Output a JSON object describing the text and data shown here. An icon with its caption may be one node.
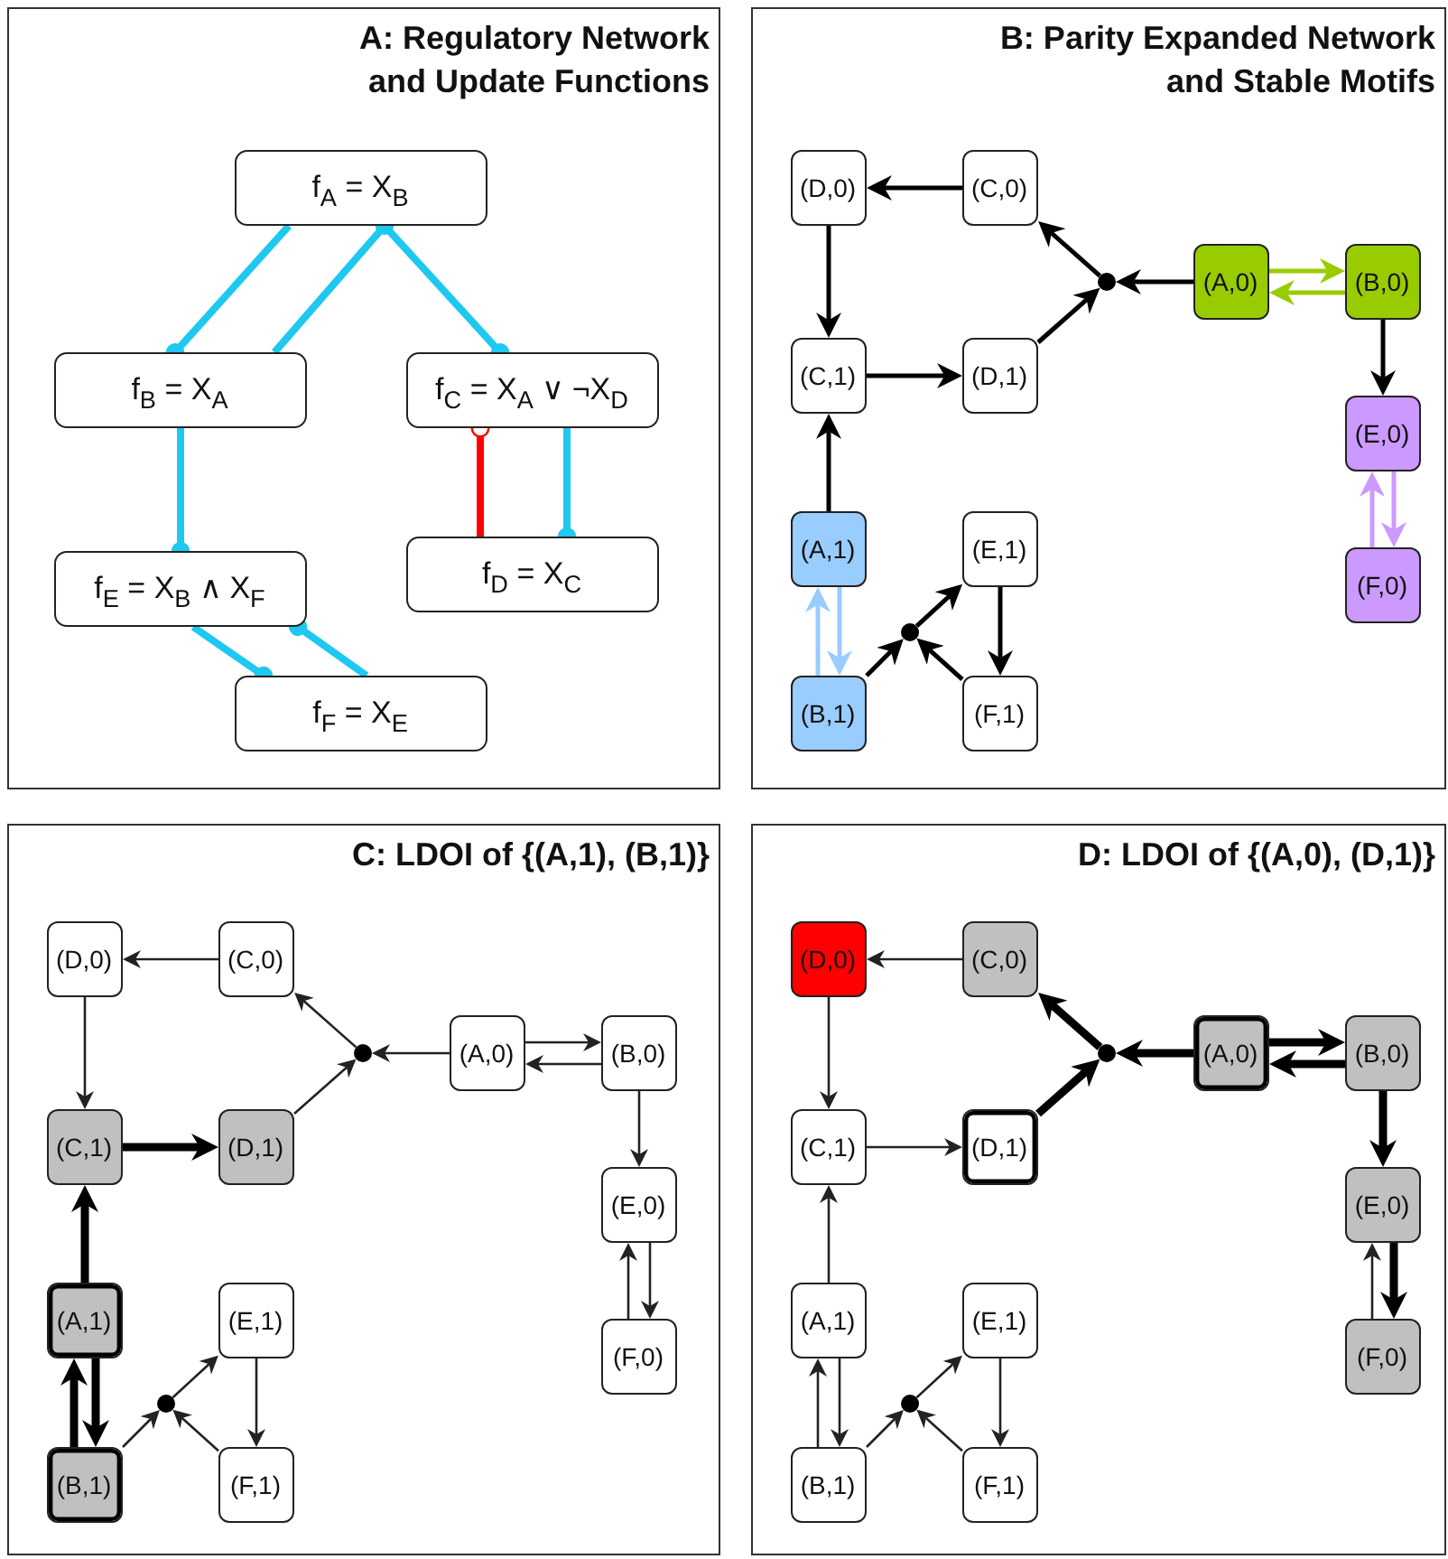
{
  "diagram": {
    "nodes": [
      {
        "text": [
          "A: Regulatory Network and Update Functions"
        ]
      },
      {
        "text": [
          "f$_{A}$ = X$_{B}$"
        ],
        "in": 0
      },
      {
        "text": [
          "f$_{B}$ = X$_{A}$"
        ],
        "in": 0
      },
      {
        "text": [
          "f$_{C}$ = X$_{A}$ ∨ ¬X$_{D}$"
        ],
        "in": 0
      },
      {
        "text": [
          "f$_{E}$ = X$_{B}$ ∧ X$_{F}$"
        ],
        "in": 0
      },
      {
        "text": [
          "f$_{D}$ = X$_{C}$"
        ],
        "in": 0
      },
      {
        "text": [
          "f$_{F}$ = X$_{E}$"
        ],
        "in": 0
      },
      {
        "text": [
          "B: Parity Expanded Network and Stable Motifs"
        ]
      },
      {
        "text": [
          "(D,0)"
        ],
        "in": 7
      },
      {
        "text": [
          "(C,0)"
        ],
        "in": 7
      },
      {
        "text": [],
        "shape": "circle",
        "in": 7
      },
      {
        "text": [
          "(A,0)"
        ],
        "in": 7
      },
      {
        "text": [
          "(B,0)"
        ],
        "in": 7
      },
      {
        "text": [
          "(C,1)"
        ],
        "in": 7
      },
      {
        "text": [
          "(D,1)"
        ],
        "in": 7
      },
      {
        "text": [
          "(E,0)"
        ],
        "in": 7
      },
      {
        "text": [
          "(A,1)"
        ],
        "in": 7
      },
      {
        "text": [
          "(E,1)"
        ],
        "in": 7
      },
      {
        "text": [
          "(F,0)"
        ],
        "in": 7
      },
      {
        "text": [],
        "shape": "circle",
        "in": 7
      },
      {
        "text": [
          "(B,1)"
        ],
        "in": 7
      },
      {
        "text": [
          "(F,1)"
        ],
        "in": 7
      },
      {
        "text": [
          "C: LDOI of {(A,1), (B,1)}"
        ]
      },
      {
        "text": [
          "(D,0)"
        ],
        "in": 22
      },
      {
        "text": [
          "(C,0)"
        ],
        "in": 22
      },
      {
        "text": [],
        "shape": "circle",
        "in": 22
      },
      {
        "text": [
          "(A,0)"
        ],
        "in": 22
      },
      {
        "text": [
          "(B,0)"
        ],
        "in": 22
      },
      {
        "text": [
          "(C,1)"
        ],
        "in": 22
      },
      {
        "text": [
          "(D,1)"
        ],
        "in": 22
      },
      {
        "text": [
          "(E,0)"
        ],
        "in": 22
      },
      {
        "text": [
          "(A,1)"
        ],
        "in": 22
      },
      {
        "text": [
          "(E,1)"
        ],
        "in": 22
      },
      {
        "text": [
          "(F,0)"
        ],
        "in": 22
      },
      {
        "text": [],
        "shape": "circle",
        "in": 22
      },
      {
        "text": [
          "(B,1)"
        ],
        "in": 22
      },
      {
        "text": [
          "(F,1)"
        ],
        "in": 22
      },
      {
        "text": [
          "D: LDOI of {(A,0), (D,1)}"
        ]
      },
      {
        "text": [
          "(D,0)"
        ],
        "in": 37
      },
      {
        "text": [
          "(C,0)"
        ],
        "in": 37
      },
      {
        "text": [],
        "shape": "circle",
        "in": 37
      },
      {
        "text": [
          "(A,0)"
        ],
        "in": 37
      },
      {
        "text": [
          "(B,0)"
        ],
        "in": 37
      },
      {
        "text": [
          "(C,1)"
        ],
        "in": 37
      },
      {
        "text": [
          "(D,1)"
        ],
        "in": 37
      },
      {
        "text": [
          "(E,0)"
        ],
        "in": 37
      },
      {
        "text": [
          "(A,1)"
        ],
        "in": 37
      },
      {
        "text": [
          "(E,1)"
        ],
        "in": 37
      },
      {
        "text": [
          "(F,0)"
        ],
        "in": 37
      },
      {
        "text": [],
        "shape": "circle",
        "in": 37
      },
      {
        "text": [
          "(B,1)"
        ],
        "in": 37
      },
      {
        "text": [
          "(F,1)"
        ],
        "in": 37
      }
    ],
    "edges": [
      {
        "from": 1,
        "to": 2,
        "arrow": "other",
        "color": "#1ec8f0"
      },
      {
        "from": 2,
        "to": 1,
        "arrow": "other",
        "color": "#1ec8f0"
      },
      {
        "from": 1,
        "to": 3,
        "arrow": "other",
        "color": "#1ec8f0"
      },
      {
        "from": 2,
        "to": 4,
        "arrow": "other",
        "color": "#1ec8f0"
      },
      {
        "from": 5,
        "to": 3,
        "arrow": "other",
        "color": "#ff0000"
      },
      {
        "from": 3,
        "to": 5,
        "arrow": "other",
        "color": "#1ec8f0"
      },
      {
        "from": 4,
        "to": 6,
        "arrow": "other",
        "color": "#1ec8f0"
      },
      {
        "from": 6,
        "to": 4,
        "arrow": "other",
        "color": "#1ec8f0"
      },
      {
        "from": 9,
        "to": 8,
        "arrow": "to"
      },
      {
        "from": 8,
        "to": 13,
        "arrow": "to"
      },
      {
        "from": 13,
        "to": 14,
        "arrow": "to"
      },
      {
        "from": 14,
        "to": 10,
        "arrow": "to"
      },
      {
        "from": 11,
        "to": 10,
        "arrow": "to"
      },
      {
        "from": 10,
        "to": 9,
        "arrow": "to"
      },
      {
        "from": 11,
        "to": 12,
        "arrow": "to",
        "color": "#99cc00"
      },
      {
        "from": 12,
        "to": 11,
        "arrow": "to",
        "color": "#99cc00"
      },
      {
        "from": 12,
        "to": 15,
        "arrow": "to"
      },
      {
        "from": 15,
        "to": 18,
        "arrow": "to",
        "color": "#cc99ff"
      },
      {
        "from": 18,
        "to": 15,
        "arrow": "to",
        "color": "#cc99ff"
      },
      {
        "from": 16,
        "to": 13,
        "arrow": "to"
      },
      {
        "from": 16,
        "to": 20,
        "arrow": "to",
        "color": "#99ccff"
      },
      {
        "from": 20,
        "to": 16,
        "arrow": "to",
        "color": "#99ccff"
      },
      {
        "from": 20,
        "to": 19,
        "arrow": "to"
      },
      {
        "from": 21,
        "to": 19,
        "arrow": "to"
      },
      {
        "from": 19,
        "to": 17,
        "arrow": "to"
      },
      {
        "from": 17,
        "to": 21,
        "arrow": "to"
      },
      {
        "from": 24,
        "to": 23,
        "arrow": "to"
      },
      {
        "from": 23,
        "to": 28,
        "arrow": "to"
      },
      {
        "from": 28,
        "to": 29,
        "arrow": "to",
        "style": "thick"
      },
      {
        "from": 29,
        "to": 25,
        "arrow": "to"
      },
      {
        "from": 26,
        "to": 25,
        "arrow": "to"
      },
      {
        "from": 25,
        "to": 24,
        "arrow": "to"
      },
      {
        "from": 26,
        "to": 27,
        "arrow": "to"
      },
      {
        "from": 27,
        "to": 26,
        "arrow": "to"
      },
      {
        "from": 27,
        "to": 30,
        "arrow": "to"
      },
      {
        "from": 30,
        "to": 33,
        "arrow": "to"
      },
      {
        "from": 33,
        "to": 30,
        "arrow": "to"
      },
      {
        "from": 31,
        "to": 28,
        "arrow": "to",
        "style": "thick"
      },
      {
        "from": 31,
        "to": 35,
        "arrow": "to",
        "style": "thick"
      },
      {
        "from": 35,
        "to": 31,
        "arrow": "to",
        "style": "thick"
      },
      {
        "from": 35,
        "to": 34,
        "arrow": "to"
      },
      {
        "from": 36,
        "to": 34,
        "arrow": "to"
      },
      {
        "from": 34,
        "to": 32,
        "arrow": "to"
      },
      {
        "from": 32,
        "to": 36,
        "arrow": "to"
      },
      {
        "from": 39,
        "to": 38,
        "arrow": "to"
      },
      {
        "from": 38,
        "to": 43,
        "arrow": "to"
      },
      {
        "from": 43,
        "to": 44,
        "arrow": "to"
      },
      {
        "from": 44,
        "to": 40,
        "arrow": "to",
        "style": "thick"
      },
      {
        "from": 41,
        "to": 40,
        "arrow": "to",
        "style": "thick"
      },
      {
        "from": 40,
        "to": 39,
        "arrow": "to",
        "style": "thick"
      },
      {
        "from": 41,
        "to": 42,
        "arrow": "to",
        "style": "thick"
      },
      {
        "from": 42,
        "to": 41,
        "arrow": "to",
        "style": "thick"
      },
      {
        "from": 42,
        "to": 45,
        "arrow": "to",
        "style": "thick"
      },
      {
        "from": 45,
        "to": 48,
        "arrow": "to",
        "style": "thick"
      },
      {
        "from": 48,
        "to": 45,
        "arrow": "to"
      },
      {
        "from": 46,
        "to": 43,
        "arrow": "to"
      },
      {
        "from": 46,
        "to": 50,
        "arrow": "to"
      },
      {
        "from": 50,
        "to": 46,
        "arrow": "to"
      },
      {
        "from": 50,
        "to": 49,
        "arrow": "to"
      },
      {
        "from": 51,
        "to": 49,
        "arrow": "to"
      },
      {
        "from": 49,
        "to": 47,
        "arrow": "to"
      },
      {
        "from": 47,
        "to": 51,
        "arrow": "to"
      }
    ]
  }
}
